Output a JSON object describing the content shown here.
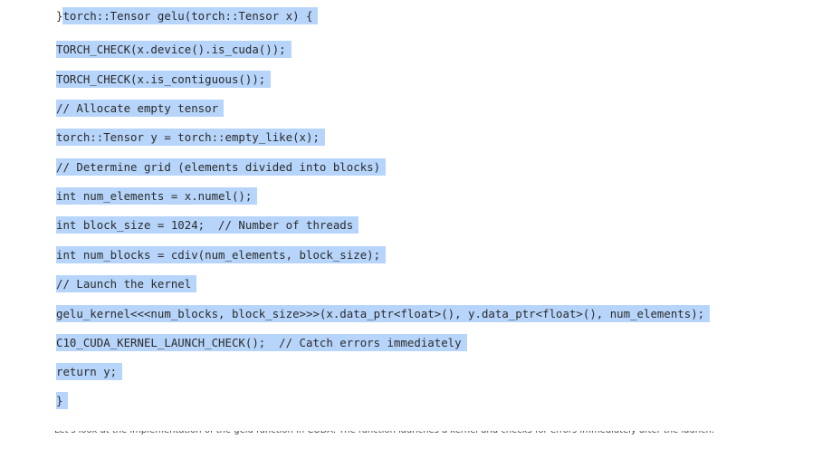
{
  "code": {
    "first_prefix": "}",
    "lines": [
      "torch::Tensor gelu(torch::Tensor x) {",
      "TORCH_CHECK(x.device().is_cuda());",
      "TORCH_CHECK(x.is_contiguous());",
      "// Allocate empty tensor",
      "torch::Tensor y = torch::empty_like(x);",
      "// Determine grid (elements divided into blocks)",
      "int num_elements = x.numel();",
      "int block_size = 1024;  // Number of threads",
      "int num_blocks = cdiv(num_elements, block_size);",
      "// Launch the kernel",
      "gelu_kernel<<<num_blocks, block_size>>>(x.data_ptr<float>(), y.data_ptr<float>(), num_elements);",
      "C10_CUDA_KERNEL_LAUNCH_CHECK();  // Catch errors immediately",
      "return y;",
      "}"
    ]
  },
  "footer": {
    "text": "Let's look at the implementation of the gelu function in CUDA. The function launches a kernel and checks for errors immediately after the launch."
  },
  "colors": {
    "selection": "#b7d5fb",
    "text": "#2b2b2b",
    "background": "#ffffff"
  }
}
